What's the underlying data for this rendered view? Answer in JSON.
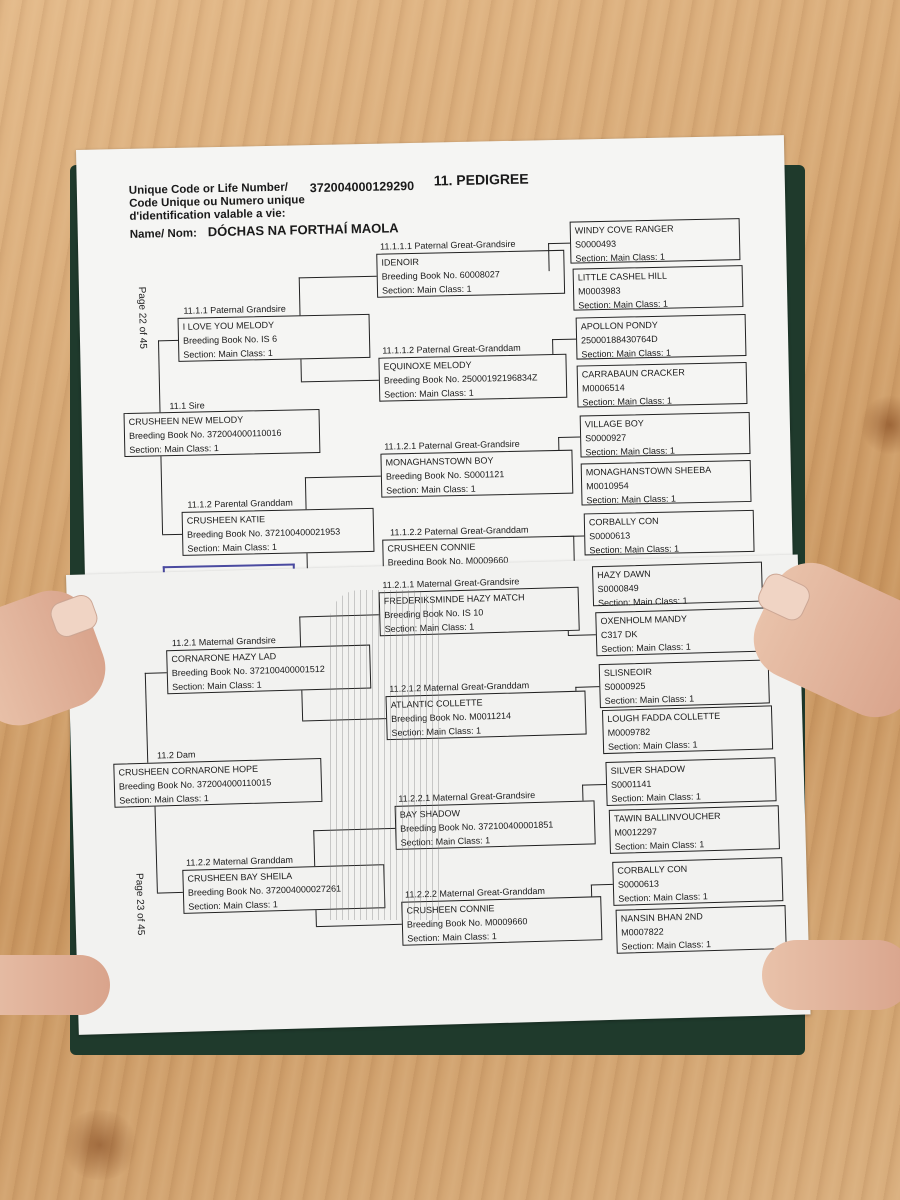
{
  "header": {
    "code_label_1": "Unique Code or Life Number/",
    "code_label_2": "Code  Unique ou Numero unique",
    "code_label_3": "d'identification valable a vie:",
    "life_number": "372004000129290",
    "section_title": "11. PEDIGREE",
    "name_label": "Name/ Nom:",
    "horse_name": "DÓCHAS NA FORTHAÍ MAOLA"
  },
  "page_numbers": {
    "top": "Page 22 of 45",
    "bottom": "Page 23 of 45"
  },
  "pedigree": {
    "sire": {
      "label": "11.1 Sire",
      "name": "CRUSHEEN NEW MELODY",
      "book": "Breeding Book No. 372004000110016",
      "section": "Section: Main Class: 1"
    },
    "paternal_grandsire": {
      "label": "11.1.1 Paternal Grandsire",
      "name": "I LOVE YOU MELODY",
      "book": "Breeding Book No. IS 6",
      "section": "Section: Main Class: 1"
    },
    "paternal_granddam": {
      "label": "11.1.2 Parental Granddam",
      "name": "CRUSHEEN KATIE",
      "book": "Breeding Book No. 372100400021953",
      "section": "Section: Main Class: 1"
    },
    "pgg_1111": {
      "label": "11.1.1.1 Paternal Great-Grandsire",
      "name": "IDENOIR",
      "book": "Breeding Book No. 60008027",
      "section": "Section: Main Class: 1"
    },
    "pgg_1112": {
      "label": "11.1.1.2 Paternal Great-Granddam",
      "name": "EQUINOXE MELODY",
      "book": "Breeding Book No. 25000192196834Z",
      "section": "Section: Main Class: 1"
    },
    "pgg_1121": {
      "label": "11.1.2.1 Paternal Great-Grandsire",
      "name": "MONAGHANSTOWN BOY",
      "book": "Breeding Book No. S0001121",
      "section": "Section: Main Class: 1"
    },
    "pgg_1122": {
      "label": "11.1.2.2 Paternal Great-Granddam",
      "name": "CRUSHEEN CONNIE",
      "book": "Breeding Book No. M0009660"
    },
    "dam": {
      "label": "11.2 Dam",
      "name": "CRUSHEEN CORNARONE HOPE",
      "book": "Breeding Book No. 372004000110015",
      "section": "Section: Main Class: 1"
    },
    "maternal_grandsire": {
      "label": "11.2.1 Maternal Grandsire",
      "name": "CORNARONE HAZY LAD",
      "book": "Breeding Book No. 372100400001512",
      "section": "Section: Main Class: 1"
    },
    "maternal_granddam": {
      "label": "11.2.2 Maternal Granddam",
      "name": "CRUSHEEN BAY SHEILA",
      "book": "Breeding Book No. 372004000027261",
      "section": "Section: Main Class: 1"
    },
    "mgg_1211": {
      "label": "11.2.1.1  Maternal Great-Grandsire",
      "name": "FREDERIKSMINDE HAZY MATCH",
      "book": "Breeding Book No. IS 10",
      "section": "Section: Main Class: 1"
    },
    "mgg_1212": {
      "label": "11.2.1.2  Maternal Great-Granddam",
      "name": "ATLANTIC COLLETTE",
      "book": "Breeding Book No. M0011214",
      "section": "Section: Main Class: 1"
    },
    "mgg_1221": {
      "label": "11.2.2.1  Maternal Great-Grandsire",
      "name": "BAY SHADOW",
      "book": "Breeding Book No. 372100400001851",
      "section": "Section: Main Class: 1"
    },
    "mgg_1222": {
      "label": "11.2.2.2  Maternal Great-Granddam",
      "name": "CRUSHEEN CONNIE",
      "book": "Breeding Book No. M0009660",
      "section": "Section: Main Class: 1"
    }
  },
  "gen5": [
    {
      "name": "WINDY COVE RANGER",
      "id": "S0000493",
      "section": "Section: Main Class: 1"
    },
    {
      "name": "LITTLE CASHEL HILL",
      "id": "M0003983",
      "section": "Section: Main Class: 1"
    },
    {
      "name": "APOLLON PONDY",
      "id": "25000188430764D",
      "section": "Section: Main Class: 1"
    },
    {
      "name": "CARRABAUN CRACKER",
      "id": "M0006514",
      "section": "Section: Main Class: 1"
    },
    {
      "name": "VILLAGE BOY",
      "id": "S0000927",
      "section": "Section: Main Class: 1"
    },
    {
      "name": "MONAGHANSTOWN SHEEBA",
      "id": "M0010954",
      "section": "Section: Main Class: 1"
    },
    {
      "name": "CORBALLY CON",
      "id": "S0000613",
      "section": "Section: Main Class: 1"
    },
    {
      "name": "HAZY DAWN",
      "id": "S0000849",
      "section": "Section: Main Class: 1"
    },
    {
      "name": "OXENHOLM MANDY",
      "id": "C317 DK",
      "section": "Section: Main Class: 1"
    },
    {
      "name": "SLISNEOIR",
      "id": "S0000925",
      "section": "Section: Main Class: 1"
    },
    {
      "name": "LOUGH FADDA COLLETTE",
      "id": "M0009782",
      "section": "Section: Main Class: 1"
    },
    {
      "name": "SILVER SHADOW",
      "id": "S0001141",
      "section": "Section: Main Class: 1"
    },
    {
      "name": "TAWIN BALLINVOUCHER",
      "id": "M0012297",
      "section": "Section: Main Class: 1"
    },
    {
      "name": "CORBALLY CON",
      "id": "S0000613",
      "section": "Section: Main Class: 1"
    },
    {
      "name": "NANSIN BHAN 2ND",
      "id": "M0007822",
      "section": "Section: Main Class: 1"
    }
  ]
}
